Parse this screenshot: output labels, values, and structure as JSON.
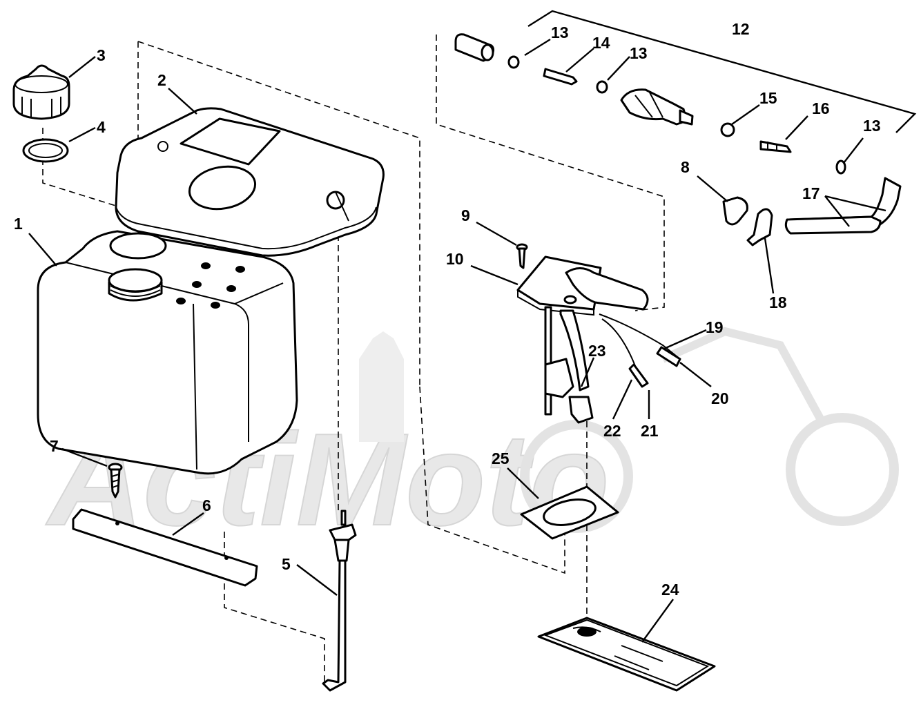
{
  "diagram": {
    "type": "exploded-parts-diagram",
    "watermark_text": "ActiMoto",
    "callouts": [
      {
        "id": "1",
        "label": "1",
        "icon": "fuel-tank-icon"
      },
      {
        "id": "2",
        "label": "2",
        "icon": "tank-cover-icon"
      },
      {
        "id": "3",
        "label": "3",
        "icon": "fuel-cap-icon"
      },
      {
        "id": "4",
        "label": "4",
        "icon": "cap-gasket-icon"
      },
      {
        "id": "5",
        "label": "5",
        "icon": "fuel-gauge-icon"
      },
      {
        "id": "6",
        "label": "6",
        "icon": "hold-down-strap-icon"
      },
      {
        "id": "7",
        "label": "7",
        "icon": "screw-icon"
      },
      {
        "id": "8",
        "label": "8",
        "icon": "hose-clamp-icon"
      },
      {
        "id": "9",
        "label": "9",
        "icon": "screw-icon"
      },
      {
        "id": "10",
        "label": "10",
        "icon": "pickup-assembly-icon"
      },
      {
        "id": "12",
        "label": "12",
        "icon": "fuel-line-kit-icon"
      },
      {
        "id": "13a",
        "label": "13",
        "icon": "clamp-icon"
      },
      {
        "id": "14",
        "label": "14",
        "icon": "hose-fitting-icon"
      },
      {
        "id": "13b",
        "label": "13",
        "icon": "clamp-icon"
      },
      {
        "id": "15",
        "label": "15",
        "icon": "clamp-icon"
      },
      {
        "id": "16",
        "label": "16",
        "icon": "connector-icon"
      },
      {
        "id": "13c",
        "label": "13",
        "icon": "clamp-icon"
      },
      {
        "id": "17",
        "label": "17",
        "icon": "fuel-hose-icon"
      },
      {
        "id": "18",
        "label": "18",
        "icon": "hose-clamp-icon"
      },
      {
        "id": "19",
        "label": "19",
        "icon": "wire-icon"
      },
      {
        "id": "20",
        "label": "20",
        "icon": "connector-icon"
      },
      {
        "id": "21",
        "label": "21",
        "icon": "wire-icon"
      },
      {
        "id": "22",
        "label": "22",
        "icon": "wire-icon"
      },
      {
        "id": "23",
        "label": "23",
        "icon": "sender-icon"
      },
      {
        "id": "24",
        "label": "24",
        "icon": "decal-icon"
      },
      {
        "id": "25",
        "label": "25",
        "icon": "gasket-icon"
      }
    ]
  }
}
